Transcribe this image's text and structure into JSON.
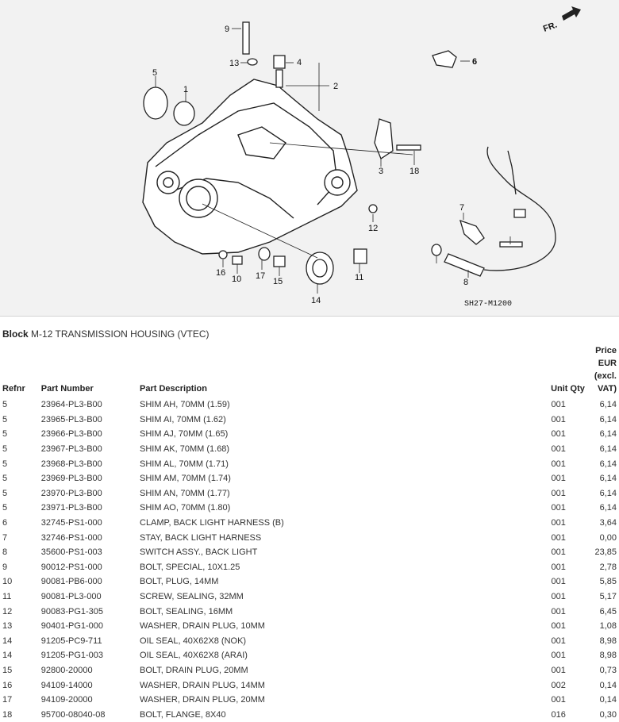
{
  "diagram": {
    "code": "SH27-M1200",
    "direction_label": "FR.",
    "callouts": [
      "1",
      "2",
      "3",
      "4",
      "5",
      "6",
      "7",
      "8",
      "9",
      "11",
      "12",
      "13",
      "14",
      "15",
      "16",
      "17",
      "18",
      "10"
    ]
  },
  "block": {
    "label": "Block",
    "name": "M-12 TRANSMISSION HOUSING (VTEC)"
  },
  "headers": {
    "refnr": "Refnr",
    "part_number": "Part Number",
    "description": "Part Description",
    "qty": "Unit Qty",
    "price_line1": "Price EUR",
    "price_line2": "(excl. VAT)"
  },
  "rows": [
    {
      "refnr": "5",
      "part": "23964-PL3-B00",
      "desc": "SHIM AH, 70MM (1.59)",
      "qty": "001",
      "price": "6,14"
    },
    {
      "refnr": "5",
      "part": "23965-PL3-B00",
      "desc": "SHIM AI, 70MM (1.62)",
      "qty": "001",
      "price": "6,14"
    },
    {
      "refnr": "5",
      "part": "23966-PL3-B00",
      "desc": "SHIM AJ, 70MM (1.65)",
      "qty": "001",
      "price": "6,14"
    },
    {
      "refnr": "5",
      "part": "23967-PL3-B00",
      "desc": "SHIM AK, 70MM (1.68)",
      "qty": "001",
      "price": "6,14"
    },
    {
      "refnr": "5",
      "part": "23968-PL3-B00",
      "desc": "SHIM AL, 70MM (1.71)",
      "qty": "001",
      "price": "6,14"
    },
    {
      "refnr": "5",
      "part": "23969-PL3-B00",
      "desc": "SHIM AM, 70MM (1.74)",
      "qty": "001",
      "price": "6,14"
    },
    {
      "refnr": "5",
      "part": "23970-PL3-B00",
      "desc": "SHIM AN, 70MM (1.77)",
      "qty": "001",
      "price": "6,14"
    },
    {
      "refnr": "5",
      "part": "23971-PL3-B00",
      "desc": "SHIM AO, 70MM (1.80)",
      "qty": "001",
      "price": "6,14"
    },
    {
      "refnr": "6",
      "part": "32745-PS1-000",
      "desc": "CLAMP, BACK LIGHT HARNESS (B)",
      "qty": "001",
      "price": "3,64"
    },
    {
      "refnr": "7",
      "part": "32746-PS1-000",
      "desc": "STAY, BACK LIGHT HARNESS",
      "qty": "001",
      "price": "0,00"
    },
    {
      "refnr": "8",
      "part": "35600-PS1-003",
      "desc": "SWITCH ASSY., BACK LIGHT",
      "qty": "001",
      "price": "23,85"
    },
    {
      "refnr": "9",
      "part": "90012-PS1-000",
      "desc": "BOLT, SPECIAL, 10X1.25",
      "qty": "001",
      "price": "2,78"
    },
    {
      "refnr": "10",
      "part": "90081-PB6-000",
      "desc": "BOLT, PLUG, 14MM",
      "qty": "001",
      "price": "5,85"
    },
    {
      "refnr": "11",
      "part": "90081-PL3-000",
      "desc": "SCREW, SEALING, 32MM",
      "qty": "001",
      "price": "5,17"
    },
    {
      "refnr": "12",
      "part": "90083-PG1-305",
      "desc": "BOLT, SEALING, 16MM",
      "qty": "001",
      "price": "6,45"
    },
    {
      "refnr": "13",
      "part": "90401-PG1-000",
      "desc": "WASHER, DRAIN PLUG, 10MM",
      "qty": "001",
      "price": "1,08"
    },
    {
      "refnr": "14",
      "part": "91205-PC9-711",
      "desc": "OIL SEAL, 40X62X8 (NOK)",
      "qty": "001",
      "price": "8,98"
    },
    {
      "refnr": "14",
      "part": "91205-PG1-003",
      "desc": "OIL SEAL, 40X62X8 (ARAI)",
      "qty": "001",
      "price": "8,98"
    },
    {
      "refnr": "15",
      "part": "92800-20000",
      "desc": "BOLT, DRAIN PLUG, 20MM",
      "qty": "001",
      "price": "0,73"
    },
    {
      "refnr": "16",
      "part": "94109-14000",
      "desc": "WASHER, DRAIN PLUG, 14MM",
      "qty": "002",
      "price": "0,14"
    },
    {
      "refnr": "17",
      "part": "94109-20000",
      "desc": "WASHER, DRAIN PLUG, 20MM",
      "qty": "001",
      "price": "0,14"
    },
    {
      "refnr": "18",
      "part": "95700-08040-08",
      "desc": "BOLT, FLANGE, 8X40",
      "qty": "016",
      "price": "0,30"
    }
  ]
}
